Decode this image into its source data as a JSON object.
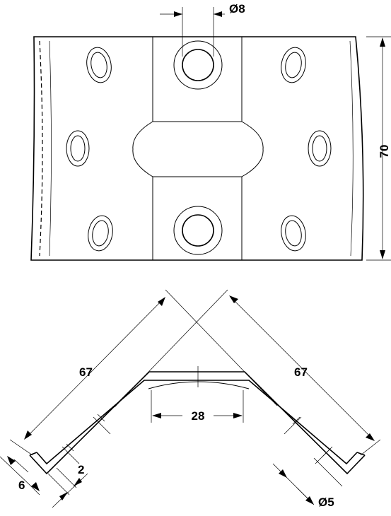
{
  "dimensions": {
    "top_hole_diameter": "Ø8",
    "height": "70",
    "left_leg_length": "67",
    "right_leg_length": "67",
    "flat_width": "28",
    "thickness": "2",
    "flange": "6",
    "small_hole_diameter": "Ø5"
  },
  "colors": {
    "line": "#000000",
    "background": "#ffffff"
  }
}
